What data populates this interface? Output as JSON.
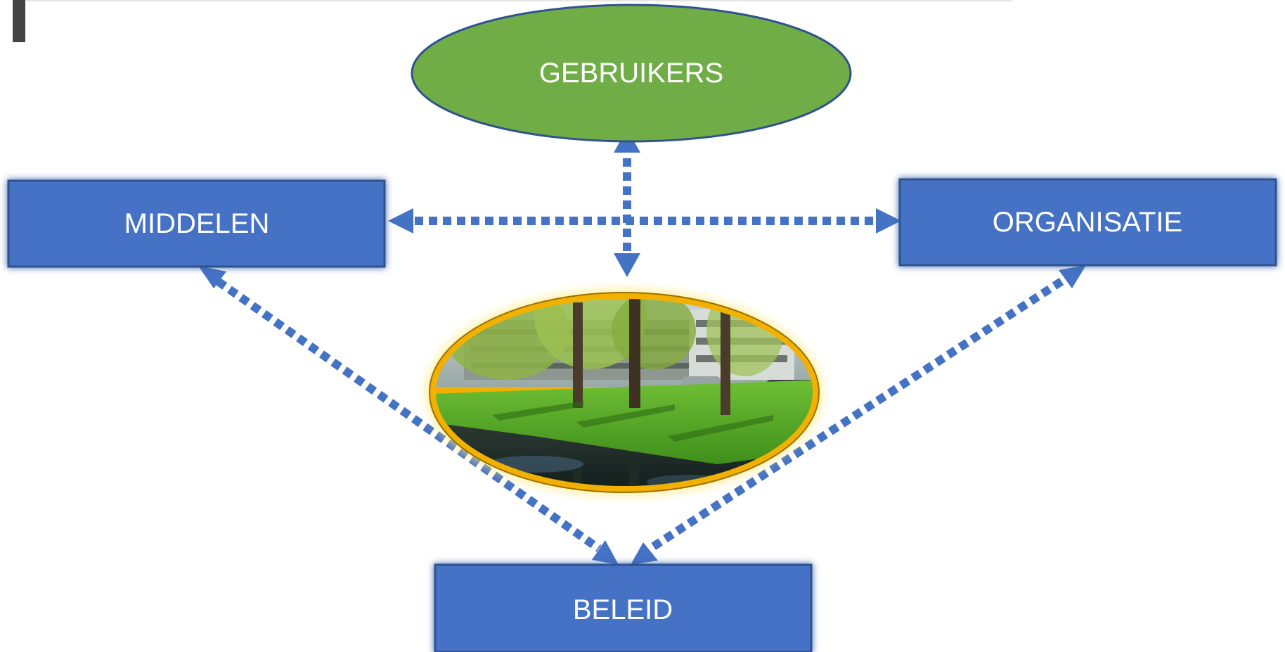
{
  "nodes": {
    "gebruikers": {
      "label": "GEBRUIKERS"
    },
    "middelen": {
      "label": "MIDDELEN"
    },
    "organisatie": {
      "label": "ORGANISATIE"
    },
    "beleid": {
      "label": "BELEID"
    }
  },
  "center_image": {
    "subject": "park-canal-with-willows-photo"
  },
  "colors": {
    "box_fill": "#4472C4",
    "box_border": "#2F528F",
    "ellipse_fill": "#70AD47",
    "ellipse_border": "#2F528F",
    "arrow": "#4472C4",
    "image_ring": "#F2B100"
  }
}
